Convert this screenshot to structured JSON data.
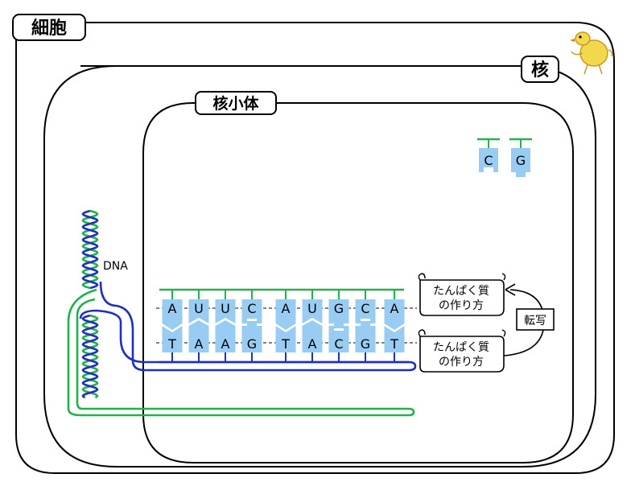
{
  "labels": {
    "cell": "細胞",
    "nucleus": "核",
    "nucleolus": "核小体",
    "dna": "DNA",
    "transcription": "転写"
  },
  "scrolls": {
    "top": [
      "たんぱく質",
      "の作り方"
    ],
    "bottom": [
      "たんぱく質",
      "の作り方"
    ]
  },
  "rna_bases": [
    "A",
    "U",
    "U",
    "C",
    "A",
    "U",
    "G",
    "C",
    "A"
  ],
  "dna_bases": [
    "T",
    "A",
    "A",
    "G",
    "T",
    "A",
    "C",
    "G",
    "T"
  ],
  "free_nucleotides": [
    "C",
    "G"
  ],
  "colors": {
    "rna_backbone": "#22b14c",
    "dna_backbone": "#1f2fbf",
    "base_fill": "#99ccf2",
    "helix_green": "#22b14c",
    "helix_blue": "#1f2fbf",
    "mascot": "#f2d44a"
  }
}
